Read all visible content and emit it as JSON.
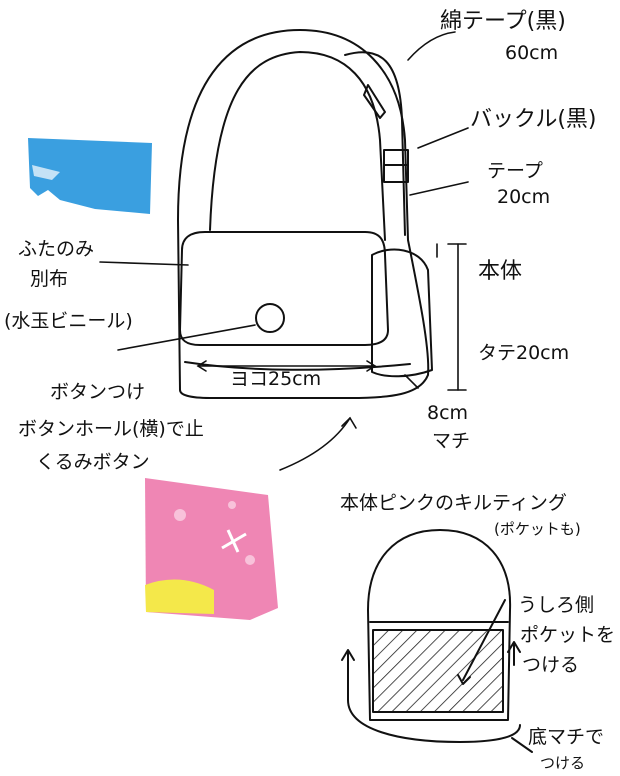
{
  "labels": {
    "strap_tape": "綿テープ(黒)",
    "strap_tape_len": "60cm",
    "buckle": "バックル(黒)",
    "tape": "テープ",
    "tape_len": "20cm",
    "flap_line1": "ふたのみ",
    "flap_line2": "別布",
    "flap_line3": "(水玉ビニール)",
    "body": "本体",
    "height": "タテ20cm",
    "width": "ヨコ25cm",
    "button_line1": "ボタンつけ",
    "button_line2": "ボタンホール(横)で止",
    "button_line3": "くるみボタン",
    "gusset_value": "8cm",
    "gusset_label": "マチ",
    "pink_note_line1": "本体ピンクのキルティング",
    "pink_note_line2": "(ポケットも)",
    "back_line1": "うしろ側",
    "back_line2": "ポケットを",
    "back_line3": "つける",
    "bottom_line1": "底マチで",
    "bottom_line2": "つける"
  },
  "colors": {
    "ink": "#111111",
    "blue_swatch": "#3a9fe0",
    "pink_swatch": "#ef86b4",
    "yellow_swatch": "#f4e84a"
  }
}
